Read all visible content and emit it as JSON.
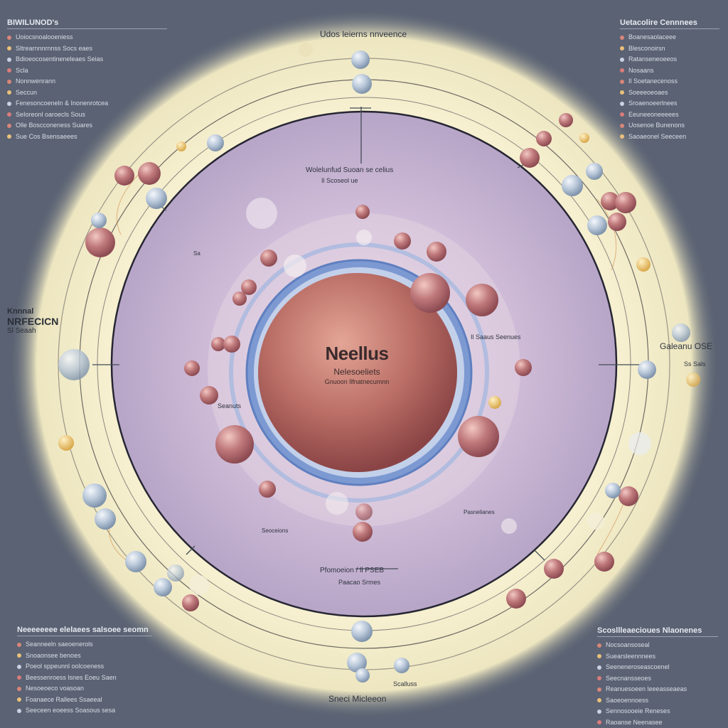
{
  "nucleus": {
    "title": "Neellus",
    "subtitle": "Nelesoeliets",
    "caption": "Gnuoon llfnatnecumnn"
  },
  "diagram_labels": {
    "top": "Udos leierns nnveence",
    "inner_top": "Wolelunfud Suoan se celius",
    "inner_top_sub": "Il Scoseol ue",
    "right_inner": "Il Saaus Seenues",
    "right_outer": "Galeanu OSE",
    "right_outer_sub": "Ss Sals",
    "bottom_inner": "Pfomoeion / ll PSEB",
    "bottom_inner_sub": "Paacao Srmes",
    "bottom": "Sneci Micleeon",
    "bottom_right": "Scalluss",
    "left_mid": "Seanuts",
    "left_small": "Sa",
    "left_lower": "Seoceions",
    "lower_mid": "Pasnelianes"
  },
  "left_label": {
    "line1": "Knnnal",
    "line2": "NRFECICN",
    "line3": "Sl Seaah"
  },
  "panels": {
    "top_left": {
      "title": "BIWILUNOD's",
      "rows": [
        "Uoiocsnoalooeniess",
        "Sltrearnnnrnnss Socs eaes",
        "Bdioeocosentineneleaes Seias",
        "Scla",
        "Nonnwenrann",
        "Seccun",
        "Fenesoncoeneln & Inonenrotcea",
        "SeIoreonl oaroecls Sous",
        "Olle Boscconeness Suares",
        "Sue Cos Bsensaeees"
      ]
    },
    "top_right": {
      "title": "Uetacolire Cennnees",
      "rows": [
        "Boanesaolaceee",
        "Blesconoirsn",
        "Ratanseneoeeos",
        "Nosaans",
        "Il Soetanecenoss",
        "Soeeeoeoaes",
        "Sroaenoeerlnees",
        "Eeuneeoneeeees",
        "Uosenoe Bunenons",
        "Saoaeonel Seeceen"
      ]
    },
    "bottom_left": {
      "title": "Neeeeeeee elelaees salsoee seomn",
      "rows": [
        "Seanneeln saeoenerols",
        "Snoaonsee benoes",
        "Poeol sppeunnl oolcoeness",
        "Beessenroess lsnes Eoeu Saen",
        "Nesoeoeco voasoan",
        "Foanaece Rallees Ssaeeal",
        "Seeceen eoeess Soasous sesa"
      ]
    },
    "bottom_right": {
      "title": "Scosllleaecioues Nlaonenes",
      "rows": [
        "Nocsoansoseal",
        "Suearsleennnees",
        "Seeneneroseascoenel",
        "Seecnansseoes",
        "Reanuesoeen leeeasseaeas",
        "Saoeoennoess",
        "Sennosooeie Reneses",
        "Raoanse Neenasee"
      ]
    }
  },
  "colors": {
    "background": "#5a6273",
    "halo": "#f6f0cc",
    "cytoplasm": "#b9a8c8",
    "nucleus": "#b06660",
    "membrane": "#6f93cf",
    "particle_red": "#b86a6c",
    "particle_blue": "#aab9cc"
  }
}
